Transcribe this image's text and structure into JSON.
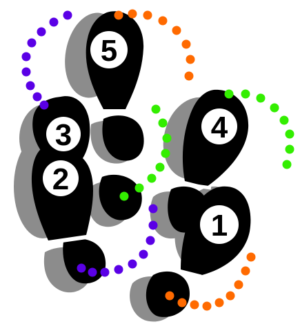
{
  "colors": {
    "background": "#ffffff",
    "sole": "#000000",
    "shadow": "#8c8c8c",
    "badge": "#ffffff",
    "trail_orange": "#ff6a00",
    "trail_purple": "#5a00e6",
    "trail_green": "#33ee00"
  },
  "steps": [
    {
      "number": "1",
      "foot": "right"
    },
    {
      "number": "2",
      "foot": "left"
    },
    {
      "number": "3",
      "foot": "left"
    },
    {
      "number": "4",
      "foot": "right"
    },
    {
      "number": "5",
      "foot": "left"
    }
  ],
  "trails": [
    {
      "name": "orange-trail",
      "color": "#ff6a00"
    },
    {
      "name": "purple-trail",
      "color": "#5a00e6"
    },
    {
      "name": "green-trail",
      "color": "#33ee00"
    }
  ]
}
